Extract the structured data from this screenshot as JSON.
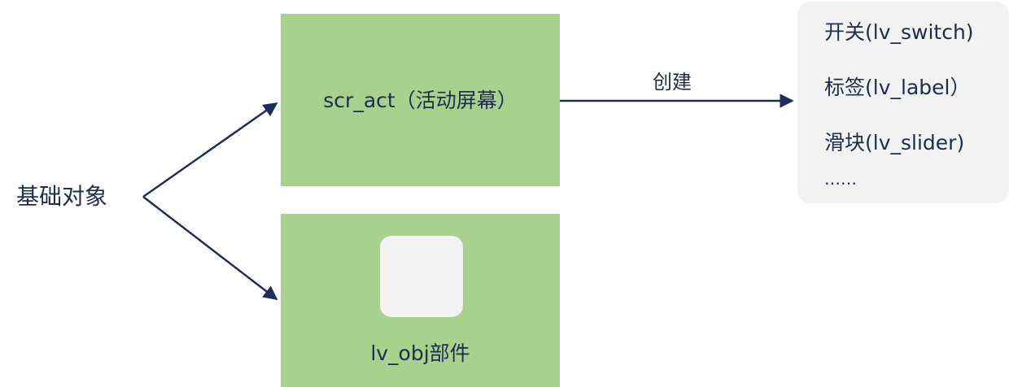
{
  "root": {
    "label": "基础对象"
  },
  "screen_box": {
    "label": "scr_act（活动屏幕）"
  },
  "object_box": {
    "label": "lv_obj部件"
  },
  "create_arrow": {
    "label": "创建"
  },
  "widget_list": {
    "items": [
      {
        "label": "开关(lv_switch)"
      },
      {
        "label": "标签(lv_label）"
      },
      {
        "label": "滑块(lv_slider)"
      },
      {
        "label": "……"
      }
    ]
  },
  "colors": {
    "box_fill": "#a9d18e",
    "panel_fill": "#f2f2f2",
    "arrow": "#1f2d5a",
    "text": "#1f2d4d"
  }
}
